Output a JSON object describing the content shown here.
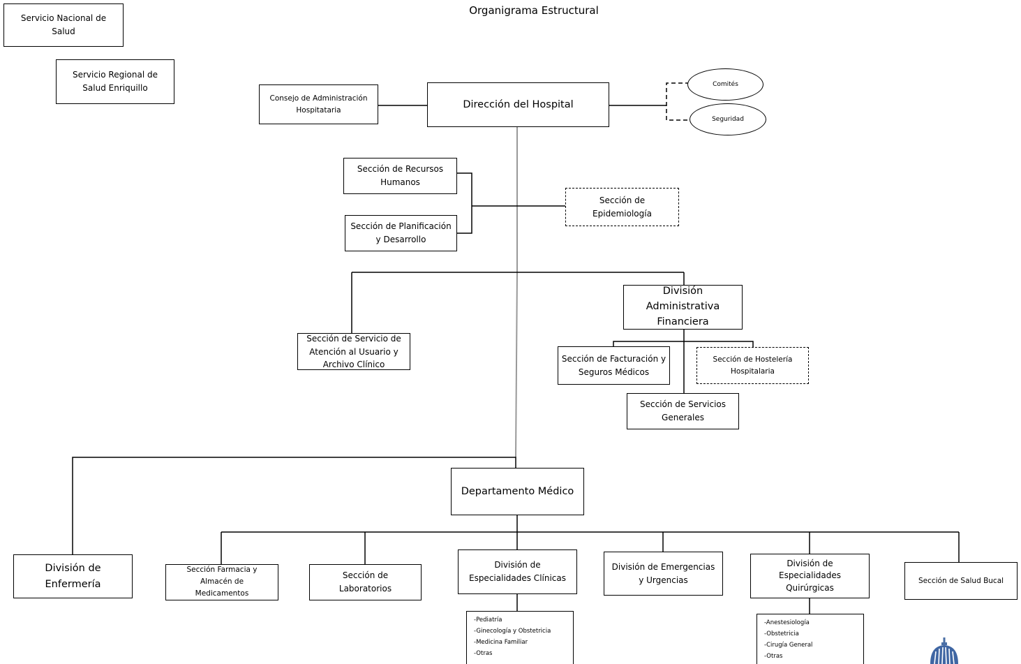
{
  "diagram": {
    "subtitle": "Organigrama  Estructural",
    "boxes": {
      "servicio_nacional": "Servicio Nacional de\nSalud",
      "servicio_regional": "Servicio Regional de\nSalud Enriquillo",
      "consejo": "Consejo de Administración\nHospitataria",
      "direccion": "Dirección del Hospital",
      "comites": "Comités",
      "seguridad": "Seguridad",
      "recursos_humanos": "Sección de Recursos\nHumanos",
      "planificacion": "Sección de Planificación\ny Desarrollo",
      "epidemiologia": "Sección de\nEpidemiología",
      "atencion_usuario": "Sección de Servicio de\nAtención al Usuario y\nArchivo Clínico",
      "division_administrativa": "División\nAdministrativa\nFinanciera",
      "facturacion": "Sección de Facturación y\nSeguros Médicos",
      "hosteleria": "Sección de Hostelería\nHospitalaria",
      "servicios_generales": "Sección de Servicios\nGenerales",
      "departamento_medico": "Departamento Médico",
      "enfermeria": "División de Enfermería",
      "farmacia": "Sección Farmacia y\nAlmacén de\nMedicamentos",
      "laboratorios": "Sección de\nLaboratorios",
      "especialidades_clinicas": "División de\nEspecialidades Clínicas",
      "emergencias": "División de Emergencias\ny Urgencias",
      "especialidades_quirurgicas": "División de\nEspecialidades\nQuirúrgicas",
      "salud_bucal": "Sección de Salud Bucal"
    },
    "clinicas_list": [
      "-Pediatría",
      "-Ginecología y Obstetricia",
      "-Medicina Familiar",
      "-Otras"
    ],
    "quirurgicas_list": [
      "-Anestesiología",
      "-Obstetricia",
      "-Cirugía General",
      "-Otras"
    ]
  },
  "colors": {
    "line": "#000000",
    "trunk": "#999999"
  },
  "icons": {
    "logo": "dome-logo-icon"
  }
}
